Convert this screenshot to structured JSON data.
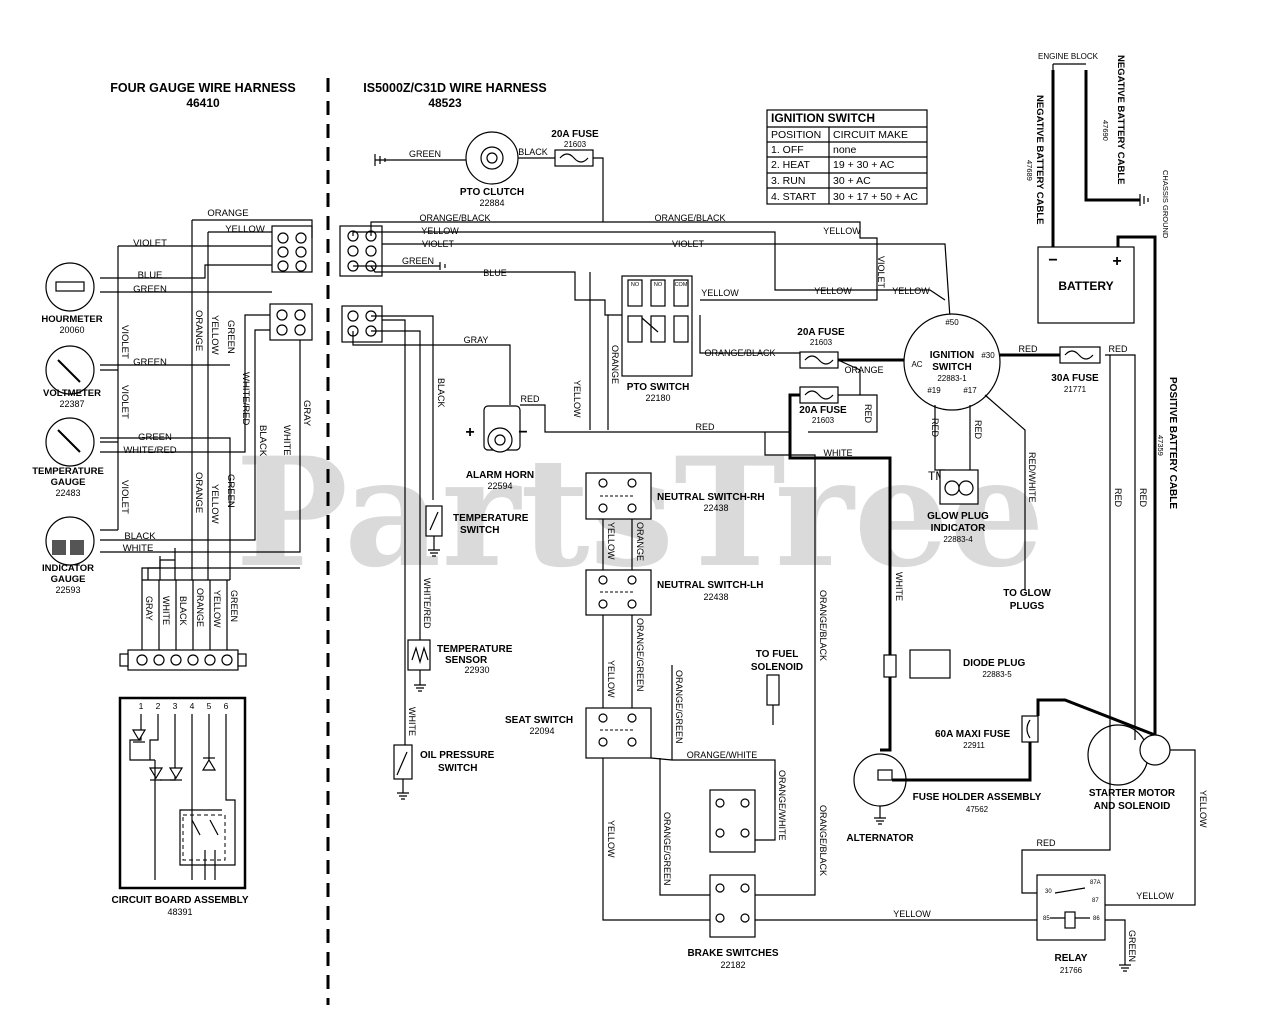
{
  "watermark": "PartsTree",
  "watermark_tm": "TM",
  "sections": {
    "four_gauge": {
      "title": "FOUR GAUGE WIRE HARNESS",
      "part": "46410"
    },
    "is5000": {
      "title": "IS5000Z/C31D  WIRE HARNESS",
      "part": "48523"
    }
  },
  "ignition_table": {
    "title": "IGNITION SWITCH",
    "headers": [
      "POSITION",
      "CIRCUIT MAKE"
    ],
    "rows": [
      [
        "1. OFF",
        "none"
      ],
      [
        "2. HEAT",
        "19 + 30 + AC"
      ],
      [
        "3. RUN",
        "30 + AC"
      ],
      [
        "4. START",
        "30 + 17 + 50 + AC"
      ]
    ]
  },
  "components": {
    "hourmeter": {
      "name": "HOURMETER",
      "part": "20060"
    },
    "voltmeter": {
      "name": "VOLTMETER",
      "part": "22387"
    },
    "temp_gauge": {
      "line1": "TEMPERATURE",
      "line2": "GAUGE",
      "part": "22483"
    },
    "indicator_gauge": {
      "line1": "INDICATOR",
      "line2": "GAUGE",
      "part": "22593"
    },
    "circuit_board": {
      "name": "CIRCUIT BOARD ASSEMBLY",
      "part": "48391"
    },
    "pto_clutch": {
      "name": "PTO CLUTCH",
      "part": "22884"
    },
    "fuse_pto": {
      "name": "20A FUSE",
      "part": "21603"
    },
    "alarm_horn": {
      "name": "ALARM HORN",
      "part": "22594"
    },
    "temp_switch": {
      "line1": "TEMPERATURE",
      "line2": "SWITCH"
    },
    "temp_sensor": {
      "line1": "TEMPERATURE",
      "line2": "SENSOR",
      "part": "22930"
    },
    "oil_switch": {
      "line1": "OIL PRESSURE",
      "line2": "SWITCH"
    },
    "pto_switch": {
      "name": "PTO SWITCH",
      "part": "22180"
    },
    "neutral_rh": {
      "name": "NEUTRAL SWITCH-RH",
      "part": "22438"
    },
    "neutral_lh": {
      "name": "NEUTRAL SWITCH-LH",
      "part": "22438"
    },
    "seat_switch": {
      "name": "SEAT SWITCH",
      "part": "22094"
    },
    "brake_switches": {
      "name": "BRAKE SWITCHES",
      "part": "22182"
    },
    "fuel_solenoid": {
      "line1": "TO FUEL",
      "line2": "SOLENOID"
    },
    "fuse_a": {
      "name": "20A FUSE",
      "part": "21603"
    },
    "fuse_b": {
      "name": "20A FUSE",
      "part": "21603"
    },
    "ignition_switch": {
      "line1": "IGNITION",
      "line2": "SWITCH",
      "part": "22883-1"
    },
    "glow_plug_indicator": {
      "line1": "GLOW PLUG",
      "line2": "INDICATOR",
      "part": "22883-4"
    },
    "to_glow_plugs": {
      "line1": "TO GLOW",
      "line2": "PLUGS"
    },
    "diode_plug": {
      "name": "DIODE PLUG",
      "part": "22883-5"
    },
    "maxi_fuse": {
      "name": "60A MAXI FUSE",
      "part": "22911"
    },
    "fuse_holder": {
      "name": "FUSE HOLDER ASSEMBLY",
      "part": "47562"
    },
    "alternator": {
      "name": "ALTERNATOR"
    },
    "starter": {
      "line1": "STARTER MOTOR",
      "line2": "AND SOLENOID"
    },
    "relay": {
      "name": "RELAY",
      "part": "21766"
    },
    "battery": {
      "name": "BATTERY",
      "plus": "+",
      "minus": "−"
    },
    "fuse_30a": {
      "name": "30A FUSE",
      "part": "21771"
    },
    "engine_block": {
      "name": "ENGINE BLOCK"
    },
    "neg_cable_1": {
      "name": "NEGATIVE BATTERY CABLE",
      "part": "47689"
    },
    "neg_cable_2": {
      "name": "NEGATIVE BATTERY CABLE",
      "part": "47690"
    },
    "chassis_ground": {
      "name": "CHASSIS GROUND"
    },
    "pos_cable": {
      "name": "POSITIVE BATTERY CABLE",
      "part": "47359"
    }
  },
  "terminals": {
    "ign_50": "#50",
    "ign_30": "#30",
    "ign_ac": "AC",
    "ign_19": "#19",
    "ign_17": "#17",
    "relay_30": "30",
    "relay_87a": "87A",
    "relay_87": "87",
    "relay_85": "85",
    "relay_86": "86",
    "pto_no1": "NO",
    "pto_no2": "NO",
    "pto_com": "COM",
    "plus": "+",
    "minus": "−",
    "pin1": "1",
    "pin2": "2",
    "pin3": "3",
    "pin4": "4",
    "pin5": "5",
    "pin6": "6"
  },
  "wires": {
    "orange": "ORANGE",
    "yellow": "YELLOW",
    "violet": "VIOLET",
    "blue": "BLUE",
    "green": "GREEN",
    "black": "BLACK",
    "white": "WHITE",
    "gray": "GRAY",
    "red": "RED",
    "white_red": "WHITE/RED",
    "orange_black": "ORANGE/BLACK",
    "orange_green": "ORANGE/GREEN",
    "orange_white": "ORANGE/WHITE",
    "red_white": "RED/WHITE"
  }
}
